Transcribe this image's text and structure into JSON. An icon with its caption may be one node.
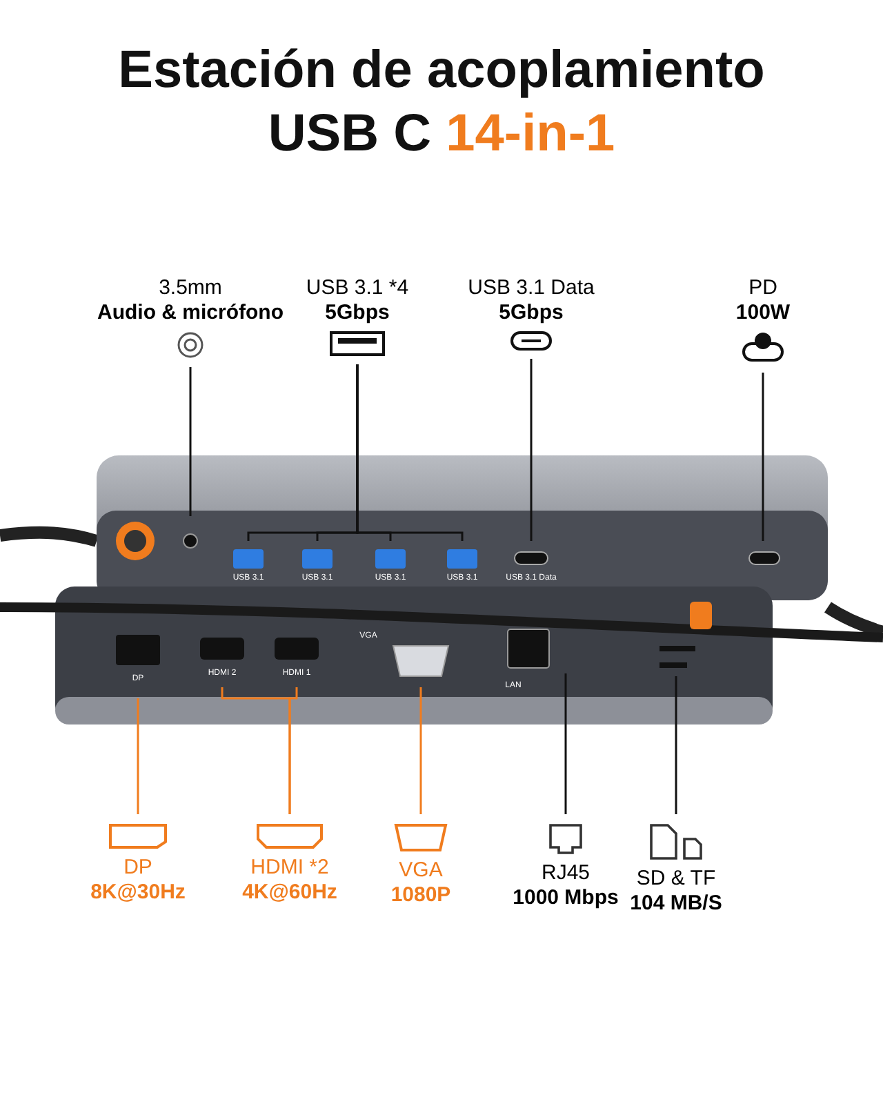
{
  "diagram": {
    "title": "Estación de acoplamiento USB C 14-in-1",
    "nodes": [
      {
        "text": [
          "3.5mm",
          "Audio & micrófono"
        ]
      },
      {
        "text": [
          "USB 3.1 *4",
          "5Gbps"
        ]
      },
      {
        "text": [
          "USB 3.1 Data",
          "5Gbps"
        ]
      },
      {
        "text": [
          "PD",
          "100W"
        ]
      },
      {
        "text": [
          "DP",
          "8K@30Hz"
        ]
      },
      {
        "text": [
          "HDMI *2",
          "4K@60Hz"
        ]
      },
      {
        "text": [
          "VGA",
          "1080P"
        ]
      },
      {
        "text": [
          "RJ45",
          "1000 Mbps"
        ]
      },
      {
        "text": [
          "SD & TF",
          "104 MB/S"
        ]
      }
    ],
    "edges": [
      {
        "from": 0,
        "to": null,
        "arrow": "none"
      },
      {
        "from": 1,
        "to": null,
        "arrow": "none"
      },
      {
        "from": 1,
        "to": null,
        "arrow": "none"
      },
      {
        "from": 1,
        "to": null,
        "arrow": "none"
      },
      {
        "from": 1,
        "to": null,
        "arrow": "none"
      },
      {
        "from": 2,
        "to": null,
        "arrow": "none"
      },
      {
        "from": 3,
        "to": null,
        "arrow": "none"
      },
      {
        "from": 4,
        "to": null,
        "arrow": "none",
        "color": "#f07c1e"
      },
      {
        "from": 5,
        "to": null,
        "arrow": "none",
        "color": "#f07c1e"
      },
      {
        "from": 5,
        "to": null,
        "arrow": "none",
        "color": "#f07c1e"
      },
      {
        "from": 6,
        "to": null,
        "arrow": "none",
        "color": "#f07c1e"
      },
      {
        "from": 7,
        "to": null,
        "arrow": "none"
      },
      {
        "from": 8,
        "to": null,
        "arrow": "none"
      }
    ],
    "labels": [
      "USB 3.1",
      "USB 3.1",
      "USB 3.1",
      "USB 3.1",
      "USB 3.1 Data",
      "DP",
      "HDMI 2",
      "HDMI 1",
      "VGA",
      "LAN"
    ]
  }
}
